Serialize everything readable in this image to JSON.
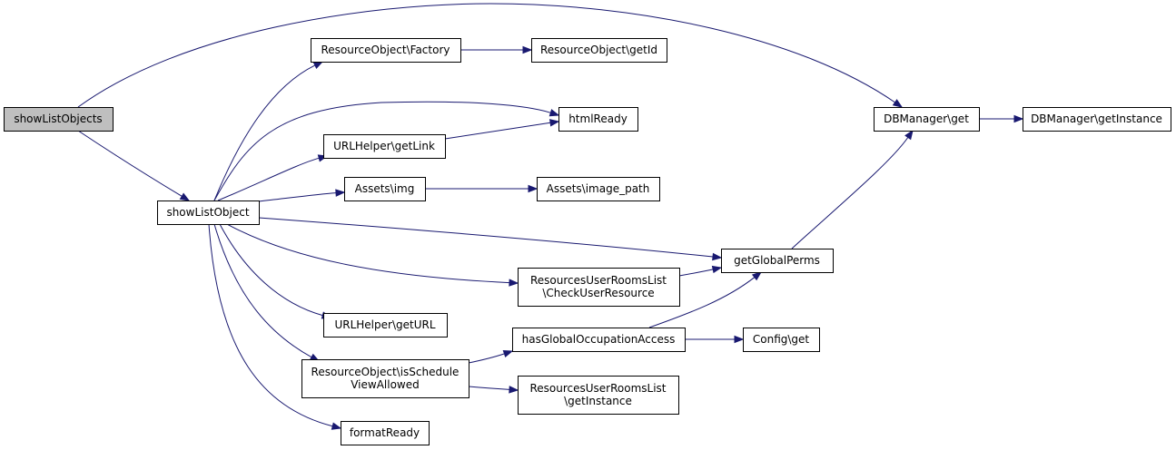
{
  "graph": {
    "root": "showListObjects",
    "nodes": [
      {
        "id": "showListObjects",
        "lines": [
          "showListObjects"
        ]
      },
      {
        "id": "showListObject",
        "lines": [
          "showListObject"
        ]
      },
      {
        "id": "ResourceObjectFactory",
        "lines": [
          "ResourceObject\\Factory"
        ]
      },
      {
        "id": "ResourceObjectGetId",
        "lines": [
          "ResourceObject\\getId"
        ]
      },
      {
        "id": "htmlReady",
        "lines": [
          "htmlReady"
        ]
      },
      {
        "id": "URLHelperGetLink",
        "lines": [
          "URLHelper\\getLink"
        ]
      },
      {
        "id": "AssetsImg",
        "lines": [
          "Assets\\img"
        ]
      },
      {
        "id": "AssetsImagePath",
        "lines": [
          "Assets\\image_path"
        ]
      },
      {
        "id": "DBManagerGet",
        "lines": [
          "DBManager\\get"
        ]
      },
      {
        "id": "DBManagerGetInstance",
        "lines": [
          "DBManager\\getInstance"
        ]
      },
      {
        "id": "getGlobalPerms",
        "lines": [
          "getGlobalPerms"
        ]
      },
      {
        "id": "RURLCheckUserResource",
        "lines": [
          "ResourcesUserRoomsList",
          "\\CheckUserResource"
        ]
      },
      {
        "id": "URLHelperGetURL",
        "lines": [
          "URLHelper\\getURL"
        ]
      },
      {
        "id": "hasGlobalOccupationAccess",
        "lines": [
          "hasGlobalOccupationAccess"
        ]
      },
      {
        "id": "ConfigGet",
        "lines": [
          "Config\\get"
        ]
      },
      {
        "id": "ResourceObjectIsScheduleViewAllowed",
        "lines": [
          "ResourceObject\\isSchedule",
          "ViewAllowed"
        ]
      },
      {
        "id": "RURLGetInstance",
        "lines": [
          "ResourcesUserRoomsList",
          "\\getInstance"
        ]
      },
      {
        "id": "formatReady",
        "lines": [
          "formatReady"
        ]
      }
    ],
    "edges": [
      {
        "from": "showListObjects",
        "to": "DBManagerGet"
      },
      {
        "from": "showListObjects",
        "to": "showListObject"
      },
      {
        "from": "showListObject",
        "to": "ResourceObjectFactory"
      },
      {
        "from": "showListObject",
        "to": "htmlReady"
      },
      {
        "from": "showListObject",
        "to": "URLHelperGetLink"
      },
      {
        "from": "showListObject",
        "to": "AssetsImg"
      },
      {
        "from": "showListObject",
        "to": "getGlobalPerms"
      },
      {
        "from": "showListObject",
        "to": "RURLCheckUserResource"
      },
      {
        "from": "showListObject",
        "to": "URLHelperGetURL"
      },
      {
        "from": "showListObject",
        "to": "ResourceObjectIsScheduleViewAllowed"
      },
      {
        "from": "showListObject",
        "to": "formatReady"
      },
      {
        "from": "ResourceObjectFactory",
        "to": "ResourceObjectGetId"
      },
      {
        "from": "URLHelperGetLink",
        "to": "htmlReady"
      },
      {
        "from": "AssetsImg",
        "to": "AssetsImagePath"
      },
      {
        "from": "DBManagerGet",
        "to": "DBManagerGetInstance"
      },
      {
        "from": "getGlobalPerms",
        "to": "DBManagerGet"
      },
      {
        "from": "RURLCheckUserResource",
        "to": "getGlobalPerms"
      },
      {
        "from": "hasGlobalOccupationAccess",
        "to": "getGlobalPerms"
      },
      {
        "from": "hasGlobalOccupationAccess",
        "to": "ConfigGet"
      },
      {
        "from": "ResourceObjectIsScheduleViewAllowed",
        "to": "hasGlobalOccupationAccess"
      },
      {
        "from": "ResourceObjectIsScheduleViewAllowed",
        "to": "RURLGetInstance"
      }
    ],
    "colors": {
      "edge": "#191970",
      "node_fill": "#ffffff",
      "root_fill": "#bfbfbf",
      "node_border": "#000000"
    }
  }
}
